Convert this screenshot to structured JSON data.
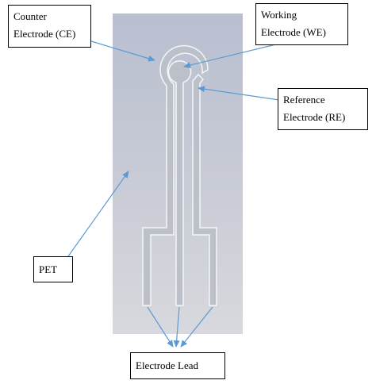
{
  "labels": {
    "counter_electrode": [
      "Counter",
      "Electrode (CE)"
    ],
    "working_electrode": [
      "Working",
      "Electrode (WE)"
    ],
    "reference_electrode": [
      "Reference",
      "Electrode (RE)"
    ],
    "pet": "PET",
    "electrode_lead": "Electrode Lead"
  },
  "colors": {
    "substrate_light": "#c4c8d2",
    "substrate_dark": "#a6abb8",
    "electrode_fill": "#b9bdc6",
    "electrode_stroke": "#ffffff",
    "arrow": "#5b9bd5",
    "box_border": "#000000"
  }
}
